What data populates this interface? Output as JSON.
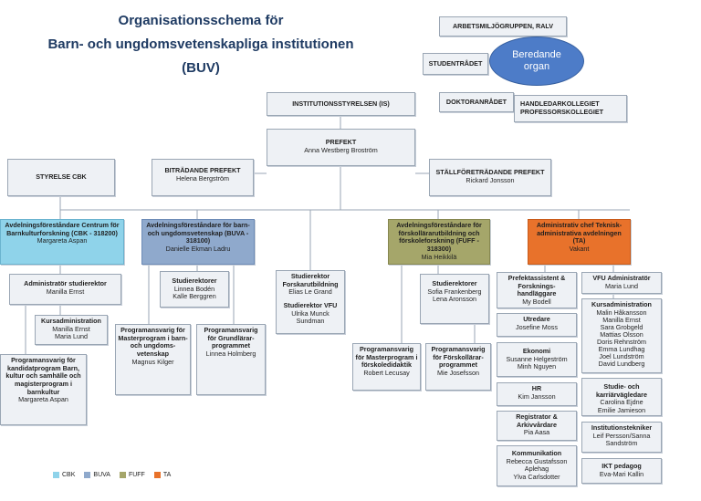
{
  "title": {
    "line1": "Organisationsschema för",
    "line2": "Barn- och ungdomsvetenskapliga institutionen",
    "line3": "(BUV)"
  },
  "advisory": {
    "ellipse": "Beredande organ",
    "arbetsmiljo": "ARBETSMILJÖGRUPPEN, RALV",
    "studentradet": "STUDENTRÅDET",
    "doktorandradet": "DOKTORANRÅDET",
    "kollegier": "HANDLEDARKOLLEGIET PROFESSORSKOLLEGIET"
  },
  "institutionsstyrelsen": "INSTITUTIONSSTYRELSEN (IS)",
  "prefekt": {
    "title": "PREFEKT",
    "name": "Anna Westberg Broström"
  },
  "styrelse_cbk": "STYRELSE CBK",
  "bitradande": {
    "title": "BITRÄDANDE PREFEKT",
    "name": "Helena Bergström"
  },
  "stallforetradande": {
    "title": "STÄLLFÖRETRÄDANDE PREFEKT",
    "name": "Rickard Jonsson"
  },
  "cbk": {
    "head_title": "Avdelningsföreståndare Centrum för Barnkulturforskning (CBK - 318200)",
    "head_name": "Margareta Aspan",
    "admin_title": "Administratör studierektor",
    "admin_name": "Manilla Ernst",
    "kurs_title": "Kursadministration",
    "kurs_names": "Manilla Ernst\nMaria Lund",
    "prog_title": "Programansvarig för kandidatprogram Barn, kultur och samhälle och magisterprogram i barnkultur",
    "prog_name": "Margareta Aspan"
  },
  "buva": {
    "head_title": "Avdelningsföreståndare för barn- och ungdomsvetenskap (BUVA - 318100)",
    "head_name": "Danielle Ekman Ladru",
    "stud_title": "Studierektorer",
    "stud_names": "Linnea Bodén\nKalle Berggren",
    "prog1_title": "Programansvarig för Masterprogram i barn- och ungdoms-vetenskap",
    "prog1_name": "Magnus Kilger",
    "prog2_title": "Programansvarig för Grundlärar-programmet",
    "prog2_name": "Linnea Holmberg"
  },
  "forskarutb": {
    "title1": "Studierektor Forskarutbildning",
    "name1": "Elias Le Grand",
    "title2": "Studierektor VFU",
    "name2": "Ulrika Munck Sundman"
  },
  "fuff": {
    "head_title": "Avdelningsföreståndare för förskollärarutbildning och förskoleforskning (FUFF - 318300)",
    "head_name": "Mia Heikkilä",
    "stud_title": "Studierektorer",
    "stud_names": "Sofia Frankenberg\nLena Aronsson",
    "prog1_title": "Programansvarig för Masterprogram i förskoledidaktik",
    "prog1_name": "Robert Lecusay",
    "prog2_title": "Programansvarig för Förskollärar-programmet",
    "prog2_name": "Mie Josefsson"
  },
  "ta": {
    "head_title": "Administrativ chef Teknisk-administrativa avdelningen (TA)",
    "head_name": "Vakant",
    "prefektassistent_title": "Prefektassistent & Forsknings-handläggare",
    "prefektassistent_name": "My Bodell",
    "utredare_title": "Utredare",
    "utredare_name": "Josefine Moss",
    "ekonomi_title": "Ekonomi",
    "ekonomi_names": "Susanne Helgeström\nMinh Nguyen",
    "hr_title": "HR",
    "hr_name": "Kim Jansson",
    "registrator_title": "Registrator & Arkivvårdare",
    "registrator_name": "Pia Aasa",
    "kommunikation_title": "Kommunikation",
    "kommunikation_names": "Rebecca Gustafsson Aplehag\nYlva Carlsdotter",
    "vfu_title": "VFU Administratör",
    "vfu_name": "Maria Lund",
    "kurs_title": "Kursadministration",
    "kurs_names": "Malin Håkansson\nManilla Ernst\nSara Grobgeld\nMattias Olsson\nDoris Rehnström\nEmma Lundhag\nJoel Lundström\nDavid Lundberg",
    "studie_title": "Studie- och karriärvägledare",
    "studie_names": "Carolina Ejdne\nEmilie Jamieson",
    "tekniker_title": "Institutionstekniker",
    "tekniker_names": "Leif Persson/Sanna Sandström",
    "ikt_title": "IKT pedagog",
    "ikt_name": "Eva-Mari Kallin"
  },
  "legend": [
    {
      "label": "CBK",
      "color": "#8fd3ea"
    },
    {
      "label": "BUVA",
      "color": "#8fa9cc"
    },
    {
      "label": "FUFF",
      "color": "#a5a66a"
    },
    {
      "label": "TA",
      "color": "#e8722b"
    }
  ]
}
